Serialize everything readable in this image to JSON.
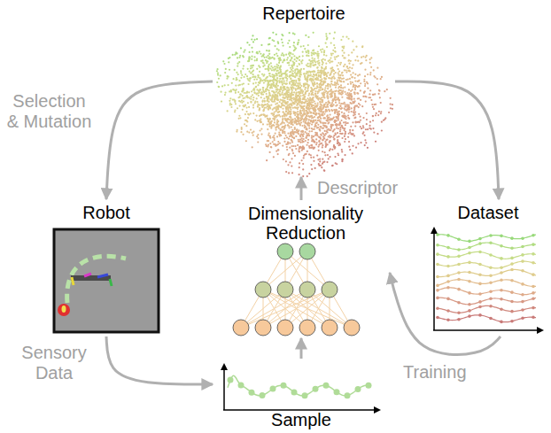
{
  "diagram": {
    "nodes": [
      {
        "text": [
          "Repertoire"
        ]
      },
      {
        "text": [
          "Robot"
        ]
      },
      {
        "text": [
          "Dimensionality Reduction"
        ]
      },
      {
        "text": [
          "Dataset"
        ]
      },
      {
        "text": [
          "Sample"
        ]
      }
    ],
    "edges": [
      {
        "from": 0,
        "to": 1,
        "label": "Selection & Mutation",
        "arrow": "to"
      },
      {
        "from": 1,
        "to": 4,
        "label": "Sensory Data",
        "arrow": "to"
      },
      {
        "from": 4,
        "to": 2,
        "arrow": "to"
      },
      {
        "from": 2,
        "to": 0,
        "label": "Descriptor",
        "arrow": "to"
      },
      {
        "from": 0,
        "to": 3,
        "arrow": "to"
      },
      {
        "from": 3,
        "to": 2,
        "label": "Training",
        "arrow": "to"
      }
    ]
  }
}
